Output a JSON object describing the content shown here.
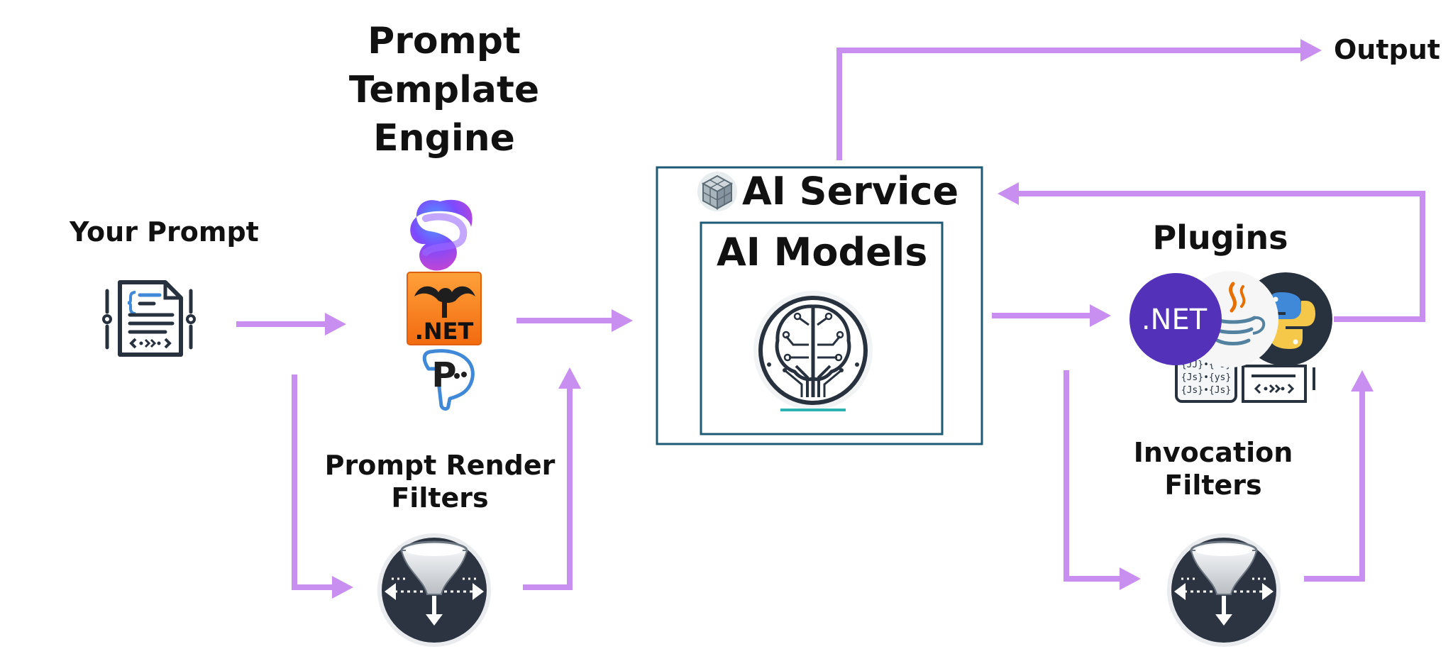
{
  "colors": {
    "arrow": "#c98ff0",
    "box_border": "#1f5a74",
    "icon_dark": "#27323e",
    "icon_blue": "#3f89d8",
    "dotnet_purple": "#5331b8",
    "teal": "#2bb3b1"
  },
  "nodes": {
    "your_prompt": {
      "label": "Your Prompt",
      "icon": "document-code-icon"
    },
    "template_engine": {
      "lines": [
        "Prompt",
        "Template",
        "Engine"
      ],
      "icons": [
        "semantic-kernel-logo-icon",
        "handlebars-dotnet-icon",
        "prompty-icon"
      ],
      "handlebars_text": ".NET",
      "prompty_text": "P"
    },
    "render_filters": {
      "lines": [
        "Prompt Render",
        "Filters"
      ],
      "icon": "funnel-filter-icon"
    },
    "ai_service": {
      "label": "AI Service",
      "icon": "cube-grid-icon"
    },
    "ai_models": {
      "label": "AI Models",
      "icon": "brain-circuit-icon"
    },
    "plugins": {
      "label": "Plugins",
      "icons": [
        "dotnet-icon",
        "java-icon",
        "python-icon",
        "javascript-code-icon",
        "document-code-icon"
      ],
      "dotnet_text": ".NET",
      "js_lines": [
        "{JJ}•{-s}",
        "{Js}•{ys}",
        "{Js}•{Js}"
      ]
    },
    "invocation_filters": {
      "lines": [
        "Invocation",
        "Filters"
      ],
      "icon": "funnel-filter-icon"
    },
    "output": {
      "label": "Output"
    }
  }
}
